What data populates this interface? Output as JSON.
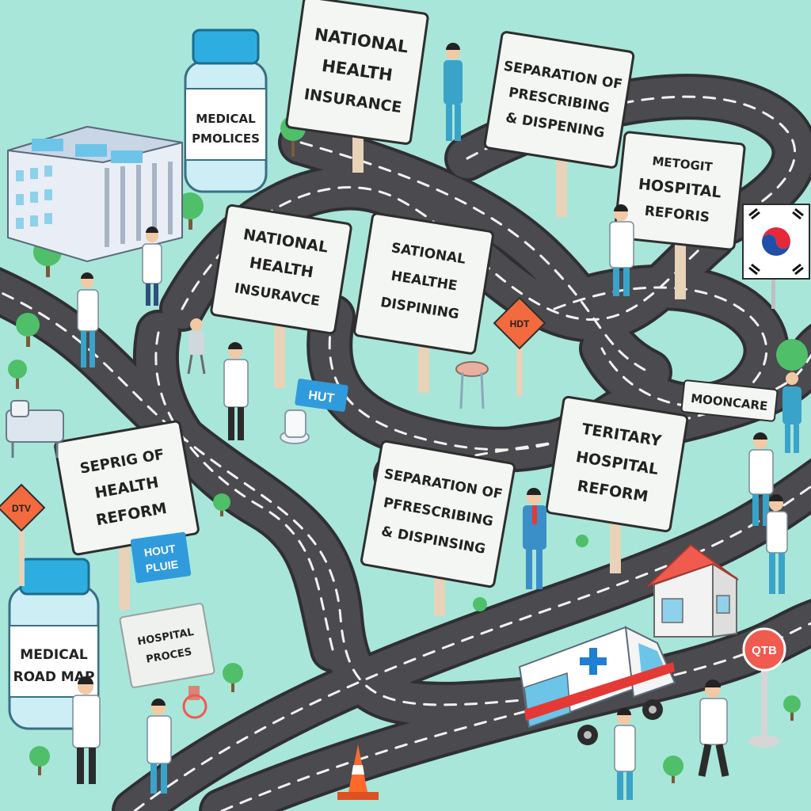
{
  "colors": {
    "background": "#a8e6d9",
    "road": "#4a4a4f",
    "road_edge": "#2f2f33",
    "lane": "#f2f2f2",
    "sign_face": "#f4f6f3",
    "sign_border": "#2e2e2e",
    "post": "#e8d2b8",
    "tree": "#4fbf6a",
    "doctor_coat": "#ffffff",
    "scrubs": "#3aa3c9",
    "ambulance_cross": "#1f7fd0",
    "ambulance_stripe": "#e53935",
    "house_roof": "#f05a4f",
    "warning_orange": "#f26a3d",
    "flag_red": "#e5283a",
    "flag_blue": "#1f4fa8",
    "cone": "#ff6a2b",
    "blue_tag": "#2f9bdc"
  },
  "signs": {
    "top_center": [
      "NATIONAL",
      "HEALTH",
      "INSURANCE"
    ],
    "top_right": [
      "SEPARATION OF",
      "PRESCRIBING",
      "& DISPENING"
    ],
    "right_mid": [
      "METOGIT",
      "HOSPITAL",
      "REFORIS"
    ],
    "center_left": [
      "NATIONAL",
      "HEALTH",
      "INSURAVCE"
    ],
    "center": [
      "SATIONAL",
      "HEALTHE",
      "DISPINING"
    ],
    "left": [
      "SEPRIG OF",
      "HEALTH",
      "REFORM"
    ],
    "bottom_center": [
      "SEPARATION OF",
      "PFRESCRIBING",
      "& DISPINSING"
    ],
    "bottom_right": [
      "TERITARY",
      "HOSPITAL",
      "REFORM"
    ],
    "mooncare": "MOONCARE",
    "hospital_faded": [
      "HOSPITAL",
      "PROCES"
    ]
  },
  "bottles": {
    "top": [
      "MEDICAL",
      "PMOLICES"
    ],
    "bottom": [
      "MEDICAL",
      "ROAD MAP"
    ]
  },
  "tags": {
    "blue_center": "HUT",
    "blue_left": [
      "HOUT",
      "PLUIE"
    ],
    "orange_diamond": "HDT",
    "left_warning": "DTV",
    "stop_sign": "QTB"
  },
  "icons": {
    "flag": "korea-flag-icon",
    "ambulance": "ambulance-icon",
    "cone": "traffic-cone-icon",
    "house": "house-icon",
    "hospital": "hospital-building-icon"
  }
}
